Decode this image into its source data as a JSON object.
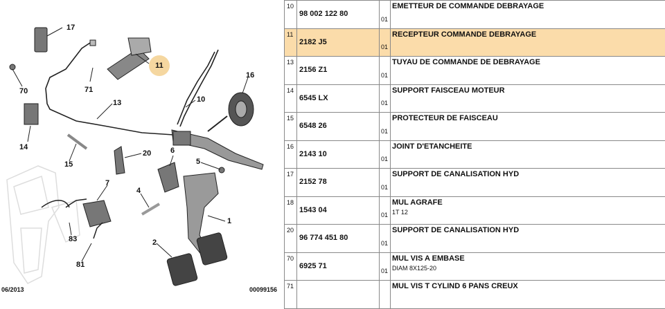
{
  "diagram": {
    "callouts": [
      "17",
      "11",
      "71",
      "70",
      "16",
      "13",
      "10",
      "14",
      "15",
      "20",
      "6",
      "5",
      "4",
      "7",
      "1",
      "83",
      "81",
      "2"
    ],
    "highlighted_callout": "11",
    "footer_date": "06/2013",
    "footer_code": "00099156"
  },
  "parts": [
    {
      "index": "10",
      "ref": "98 002 122 80",
      "qty": "01",
      "desc": "EMETTEUR DE COMMANDE DEBRAYAGE",
      "sub": ""
    },
    {
      "index": "11",
      "ref": "2182 J5",
      "qty": "01",
      "desc": "RECEPTEUR COMMANDE DEBRAYAGE",
      "sub": "",
      "selected": true
    },
    {
      "index": "13",
      "ref": "2156 Z1",
      "qty": "01",
      "desc": "TUYAU DE COMMANDE DE DEBRAYAGE",
      "sub": ""
    },
    {
      "index": "14",
      "ref": "6545 LX",
      "qty": "01",
      "desc": "SUPPORT FAISCEAU MOTEUR",
      "sub": ""
    },
    {
      "index": "15",
      "ref": "6548 26",
      "qty": "01",
      "desc": "PROTECTEUR DE FAISCEAU",
      "sub": ""
    },
    {
      "index": "16",
      "ref": "2143 10",
      "qty": "01",
      "desc": "JOINT D'ETANCHEITE",
      "sub": ""
    },
    {
      "index": "17",
      "ref": "2152 78",
      "qty": "01",
      "desc": "SUPPORT DE CANALISATION HYD",
      "sub": ""
    },
    {
      "index": "18",
      "ref": "1543 04",
      "qty": "01",
      "desc": "MUL AGRAFE",
      "sub": "1T 12"
    },
    {
      "index": "20",
      "ref": "96 774 451 80",
      "qty": "01",
      "desc": "SUPPORT DE CANALISATION HYD",
      "sub": ""
    },
    {
      "index": "70",
      "ref": "6925 71",
      "qty": "01",
      "desc": "MUL VIS A EMBASE",
      "sub": "DIAM 8X125-20"
    },
    {
      "index": "71",
      "ref": "",
      "qty": "",
      "desc": "MUL VIS T CYLIND 6 PANS CREUX",
      "sub": ""
    }
  ]
}
